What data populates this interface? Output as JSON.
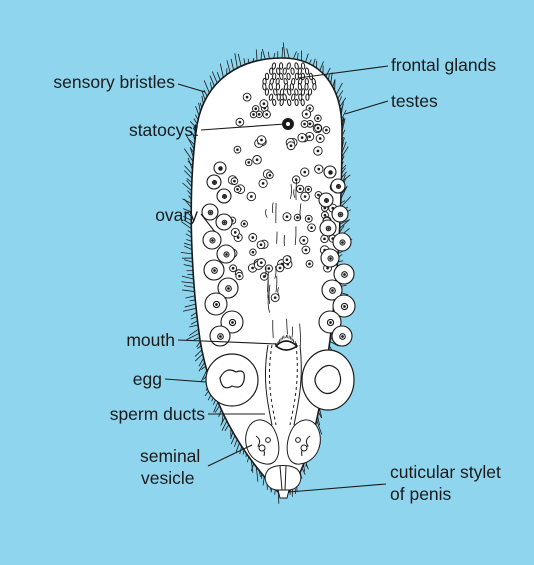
{
  "colors": {
    "background": "#8fd5ee",
    "body_fill": "#ffffff",
    "ink": "#1a1a1a"
  },
  "labels": {
    "sensory_bristles": "sensory bristles",
    "statocyst": "statocyst",
    "ovary": "ovary",
    "mouth": "mouth",
    "egg": "egg",
    "sperm_ducts": "sperm ducts",
    "seminal_vesicle_line1": "seminal",
    "seminal_vesicle_line2": "vesicle",
    "frontal_glands": "frontal glands",
    "testes": "testes",
    "cuticular_stylet_line1": "cuticular stylet",
    "cuticular_stylet_line2": "of penis"
  }
}
